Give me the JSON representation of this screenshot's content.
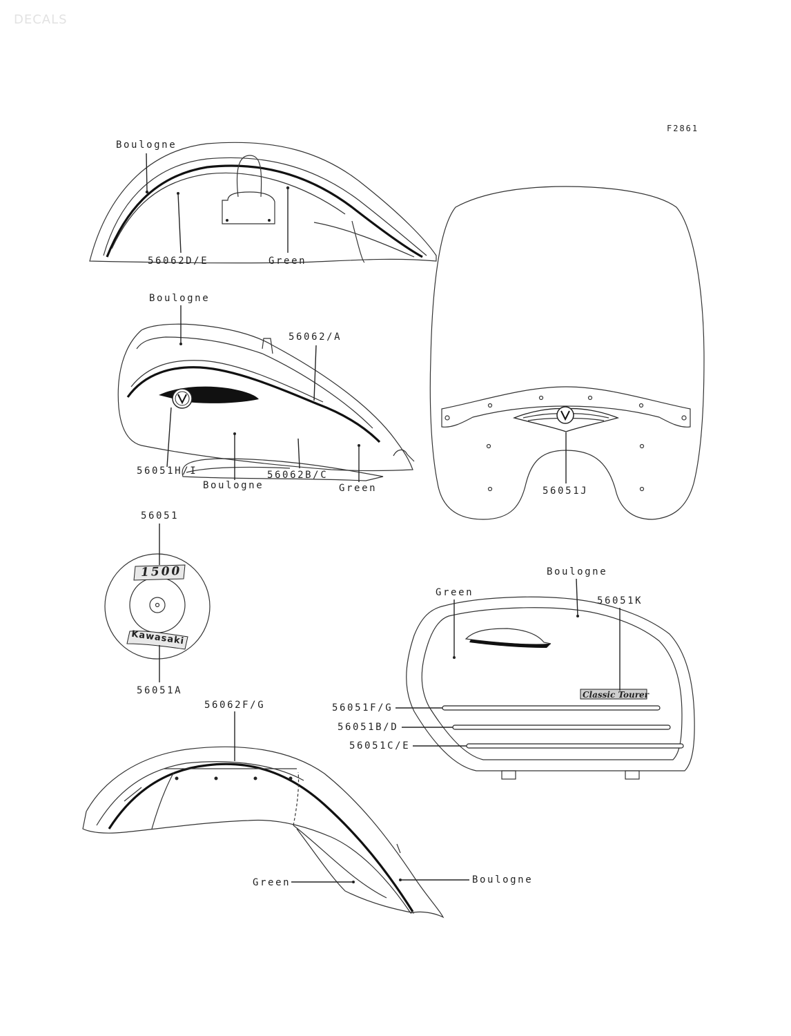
{
  "header": {
    "title": "DECALS",
    "figure_code": "F2861"
  },
  "diagram": {
    "front_fender": {
      "color_top": "Boulogne",
      "stripe_part": "56062D/E",
      "color_side": "Green"
    },
    "fuel_tank": {
      "color_top": "Boulogne",
      "upper_stripe_part": "56062/A",
      "emblem_part": "56051H/I",
      "color_lower": "Boulogne",
      "lower_stripe_part": "56062B/C",
      "color_rear": "Green"
    },
    "windshield": {
      "emblem_part": "56051J"
    },
    "side_cover": {
      "ring_part": "56051",
      "badge_1500_text": "1500",
      "badge_kawasaki_text": "Kawasaki",
      "emblem_part": "56051A"
    },
    "saddlebag": {
      "color_trim": "Boulogne",
      "color_body": "Green",
      "classic_tourer_part": "56051K",
      "classic_tourer_text": "Classic Tourer",
      "stripe_1_part": "56051F/G",
      "stripe_2_part": "56051B/D",
      "stripe_3_part": "56051C/E"
    },
    "rear_fender": {
      "stripe_part": "56062F/G",
      "color_side": "Green",
      "color_trim": "Boulogne"
    }
  }
}
